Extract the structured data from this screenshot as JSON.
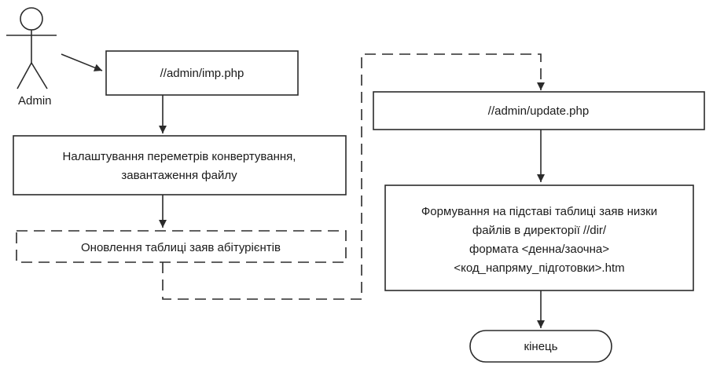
{
  "actor": {
    "label": "Admin"
  },
  "nodes": {
    "imp": {
      "label": "//admin/imp.php"
    },
    "settings": {
      "lines": [
        "Налаштування переметрів конвертування,",
        "завантаження файлу"
      ]
    },
    "update_table": {
      "label": "Оновлення таблиці заяв абітурієнтів"
    },
    "update_php": {
      "label": "//admin/update.php"
    },
    "forming": {
      "lines": [
        "Формування на підставі таблиці заяв низки",
        "файлів в директорії //dir/",
        "формата <денна/заочна>",
        "<код_напряму_підготовки>.htm"
      ]
    },
    "end": {
      "label": "кінець"
    }
  },
  "colors": {
    "stroke": "#2b2b2b",
    "text": "#1a1a1a",
    "background": "#ffffff"
  }
}
